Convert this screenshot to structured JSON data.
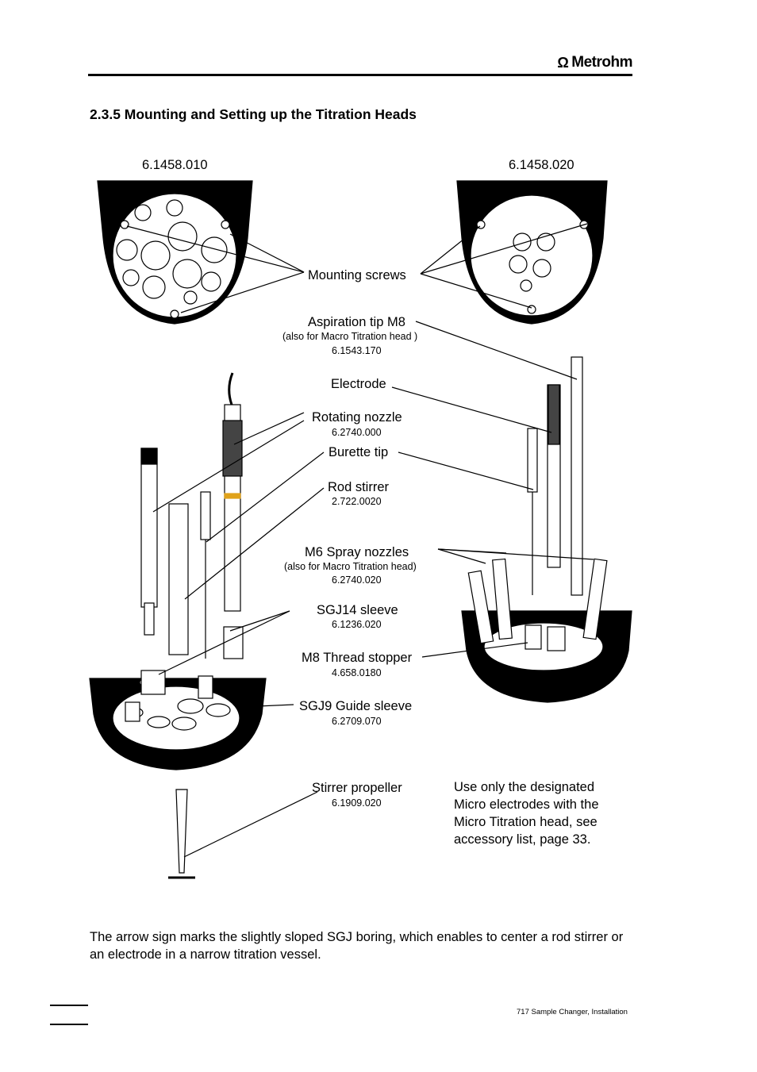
{
  "header": {
    "logo_text": "Metrohm",
    "logo_symbol": "Ω"
  },
  "section_title": "2.3.5  Mounting and Setting up the Titration Heads",
  "figure": {
    "left_part_no": "6.1458.010",
    "right_part_no": "6.1458.020",
    "labels": {
      "mounting_screws": "Mounting screws",
      "aspiration_tip": "Aspiration tip M8",
      "aspiration_tip_note": "(also for Macro Titration head )",
      "aspiration_tip_no": "6.1543.170",
      "electrode": "Electrode",
      "rotating_nozzle": "Rotating nozzle",
      "rotating_nozzle_no": "6.2740.000",
      "burette_tip": "Burette tip",
      "rod_stirrer": "Rod stirrer",
      "rod_stirrer_no": "2.722.0020",
      "spray_nozzles": "M6 Spray nozzles",
      "spray_nozzles_note": "(also for Macro Titration head)",
      "spray_nozzles_no": "6.2740.020",
      "sgj14_sleeve": "SGJ14 sleeve",
      "sgj14_sleeve_no": "6.1236.020",
      "m8_stopper": "M8 Thread stopper",
      "m8_stopper_no": "4.658.0180",
      "sgj9_sleeve": "SGJ9 Guide sleeve",
      "sgj9_sleeve_no": "6.2709.070",
      "stirrer_propeller": "Stirrer propeller",
      "stirrer_propeller_no": "6.1909.020"
    },
    "note": "Use only the designated Micro electrodes with the Micro Titration head, see accessory list, page 33."
  },
  "body_text": "The arrow sign marks the slightly sloped SGJ boring, which enables to center a rod stirrer or an electrode in a narrow titration vessel.",
  "footer": {
    "doc_title": "717 Sample Changer, Installation"
  },
  "colors": {
    "ink": "#000000",
    "accent_band": "#e0a21a",
    "electrode_dark": "#444444"
  }
}
